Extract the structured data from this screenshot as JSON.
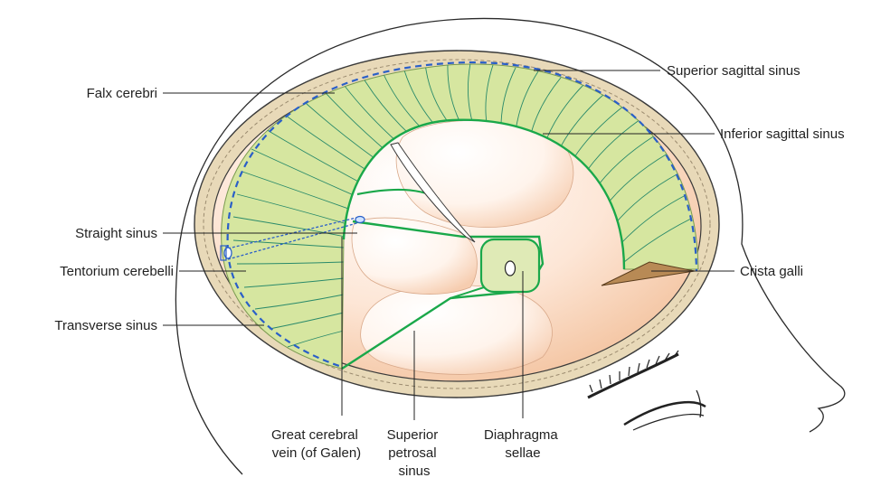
{
  "labels": {
    "superior_sagittal_sinus": "Superior sagittal sinus",
    "falx_cerebri": "Falx cerebri",
    "inferior_sagittal_sinus": "Inferior sagittal sinus",
    "straight_sinus": "Straight sinus",
    "tentorium_cerebelli": "Tentorium cerebelli",
    "crista_galli": "Crista galli",
    "transverse_sinus": "Transverse sinus",
    "great_cerebral_vein": [
      "Great cerebral",
      "vein (of Galen)"
    ],
    "superior_petrosal_sinus": [
      "Superior",
      "petrosal",
      "sinus"
    ],
    "diaphragma_sellae": [
      "Diaphragma",
      "sellae"
    ]
  },
  "colors": {
    "falx_fill": "#d6e6a0",
    "falx_line": "#2a8a6a",
    "border_green": "#1aa84a",
    "sinus_blue": "#2a5fc8",
    "skull_tan": "#e8d9b8",
    "cavity_peach": "#f8d8c0"
  }
}
